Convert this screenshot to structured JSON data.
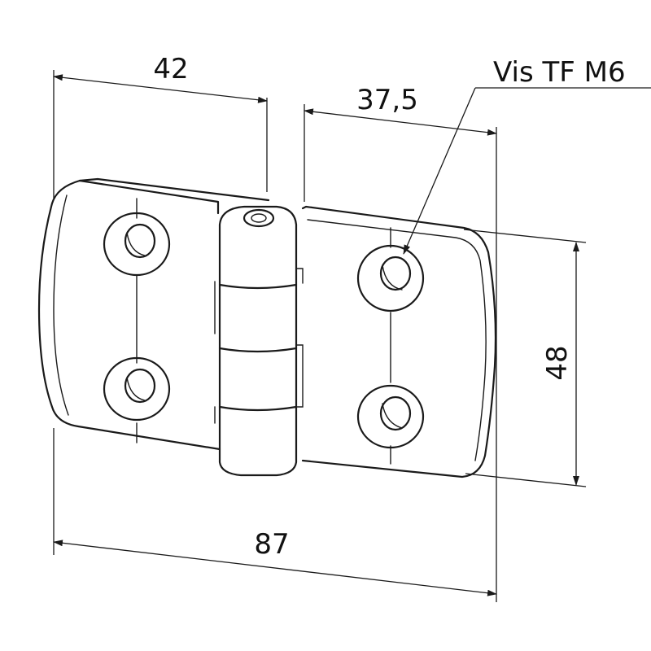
{
  "drawing": {
    "subject": "hinge",
    "dimensions": {
      "leaf_width_left": "42",
      "leaf_width_right": "37,5",
      "height": "48",
      "overall_width": "87"
    },
    "callout": {
      "label": "Vis TF M6"
    }
  },
  "colors": {
    "line": "#1a1a1a",
    "background": "#ffffff"
  }
}
